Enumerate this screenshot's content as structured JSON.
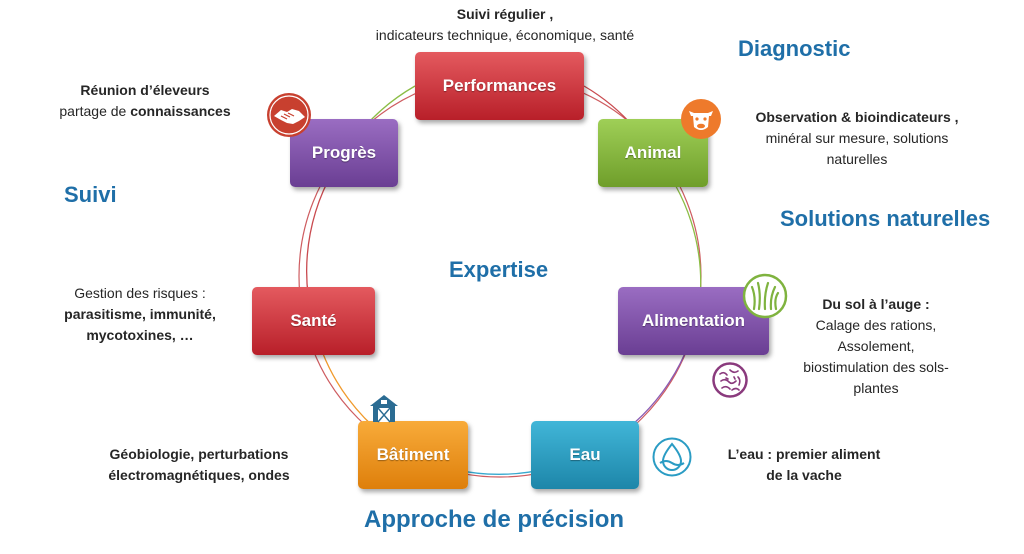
{
  "nodes": {
    "performances": "Performances",
    "animal": "Animal",
    "alimentation": "Alimentation",
    "eau": "Eau",
    "batiment": "Bâtiment",
    "sante": "Santé",
    "progres": "Progrès"
  },
  "labels": {
    "diagnostic": "Diagnostic",
    "solutions": "Solutions naturelles",
    "suivi": "Suivi",
    "expertise": "Expertise",
    "approche": "Approche de précision"
  },
  "annotations": {
    "perf_line1": "Suivi régulier ,",
    "perf_line2": "indicateurs technique, économique, santé",
    "animal_line1": "Observation & bioindicateurs ,",
    "animal_line2": "minéral sur mesure, solutions",
    "animal_line3": "naturelles",
    "alim_line1": "Du sol à l’auge :",
    "alim_line2": "Calage des rations,",
    "alim_line3": "Assolement,",
    "alim_line4": "biostimulation des sols-",
    "alim_line5": "plantes",
    "eau_line1": "L’eau : premier aliment",
    "eau_line2": "de la vache",
    "bat_line1": "Géobiologie, perturbations",
    "bat_line2": "électromagnétiques, ondes",
    "sante_line1": "Gestion des risques :",
    "sante_line2": "parasitisme, immunité,",
    "sante_line3": "mycotoxines, …",
    "prog_line1": "Réunion d’éleveurs",
    "prog_line2_prefix": "partage de ",
    "prog_line2_bold": "connaissances"
  },
  "icons": {
    "handshake": "handshake-icon",
    "cow": "cow-icon",
    "grass": "grass-icon",
    "soil": "soil-microbes-icon",
    "water": "water-drop-icon",
    "barn": "barn-icon"
  },
  "colors": {
    "red": "#c8323a",
    "green": "#86b93e",
    "purple": "#7b4fa6",
    "blue": "#2a9cc4",
    "orange": "#f0961f",
    "title_blue": "#1f6fa8"
  }
}
